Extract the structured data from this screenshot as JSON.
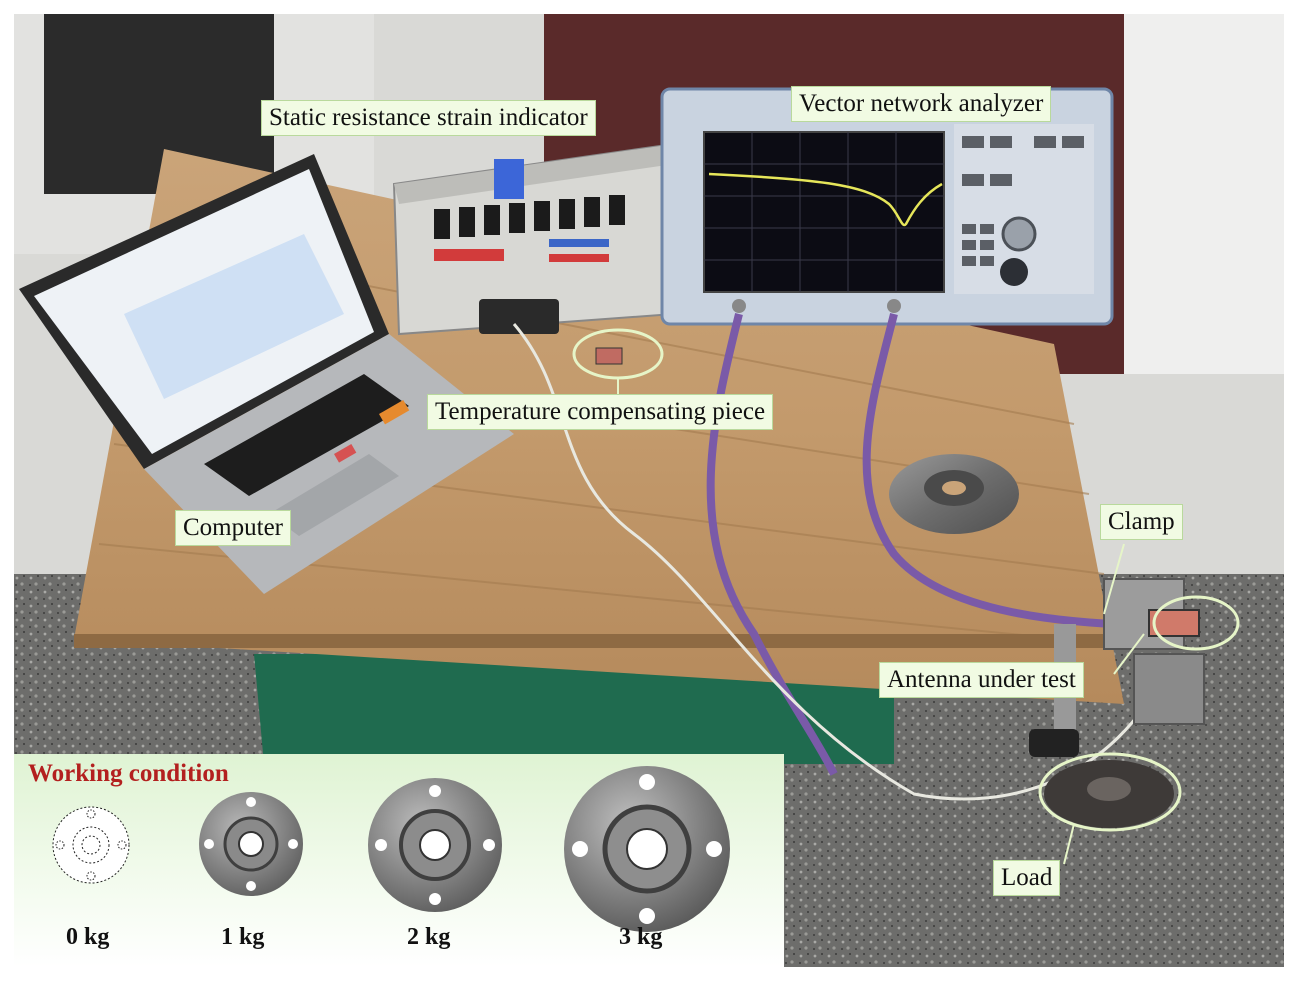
{
  "labels": {
    "strain_indicator": "Static resistance strain indicator",
    "vna": "Vector network analyzer",
    "temp_piece": "Temperature compensating piece",
    "computer": "Computer",
    "clamp": "Clamp",
    "antenna": "Antenna under test",
    "load": "Load"
  },
  "working_condition": {
    "title": "Working condition",
    "weights": [
      "0 kg",
      "1 kg",
      "2 kg",
      "3 kg"
    ]
  },
  "colors": {
    "label_bg": "#f1fbe3",
    "title_red": "#b3201f",
    "callout_ring": "#e6f5c8",
    "cable_purple": "#7a5aa8"
  }
}
